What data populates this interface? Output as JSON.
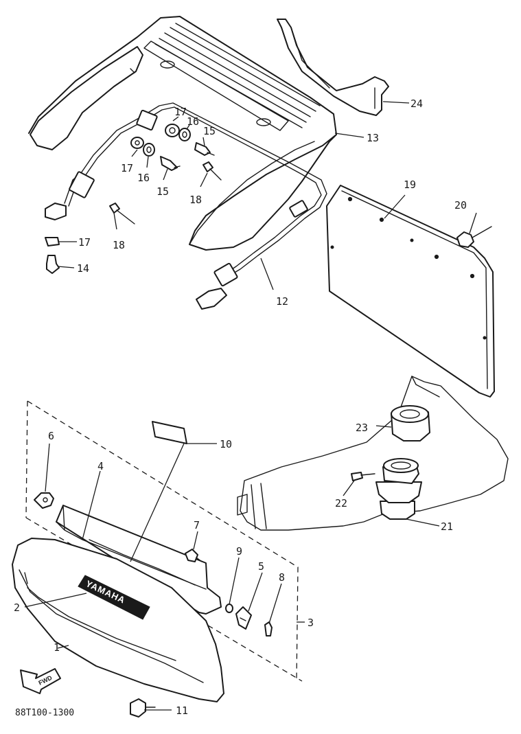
{
  "diagram": {
    "code": "88T100-1300",
    "emblem_text": "YAMAHA",
    "fwd_text": "FWD",
    "callouts": [
      "1",
      "2",
      "3",
      "4",
      "5",
      "6",
      "7",
      "8",
      "9",
      "10",
      "11",
      "12",
      "13",
      "14",
      "15",
      "16",
      "17",
      "18",
      "19",
      "20",
      "21",
      "22",
      "23",
      "24"
    ]
  },
  "labels": {
    "n24": "24",
    "n13": "13",
    "n17a": "17",
    "n16a": "16",
    "n15a": "15",
    "n17b": "17",
    "n16b": "16",
    "n15b": "15",
    "n18a": "18",
    "n19": "19",
    "n20": "20",
    "n17c": "17",
    "n18b": "18",
    "n14": "14",
    "n12": "12",
    "n23": "23",
    "n22": "22",
    "n21": "21",
    "n6": "6",
    "n10": "10",
    "n4": "4",
    "n7": "7",
    "n9": "9",
    "n5": "5",
    "n8": "8",
    "n3": "3",
    "n2": "2",
    "n1": "1",
    "n11": "11"
  }
}
